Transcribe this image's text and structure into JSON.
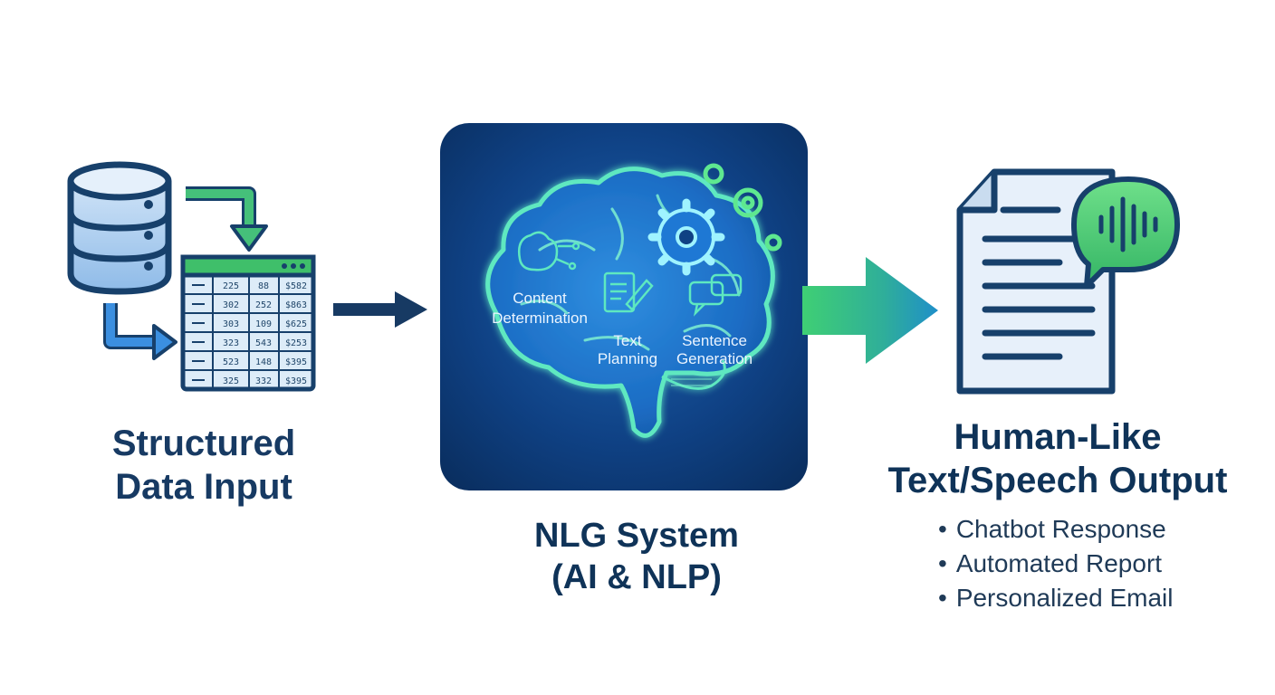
{
  "input": {
    "title_line1": "Structured",
    "title_line2": "Data Input",
    "table_rows": [
      [
        "225",
        "88",
        "$582"
      ],
      [
        "302",
        "252",
        "$863"
      ],
      [
        "303",
        "109",
        "$625"
      ],
      [
        "323",
        "543",
        "$253"
      ],
      [
        "523",
        "148",
        "$395"
      ],
      [
        "325",
        "332",
        "$395"
      ]
    ]
  },
  "nlg": {
    "title_line1": "NLG System",
    "title_line2": "(AI & NLP)",
    "stages": [
      {
        "line1": "Content",
        "line2": "Determination"
      },
      {
        "line1": "Text",
        "line2": "Planning"
      },
      {
        "line1": "Sentence",
        "line2": "Generation"
      }
    ]
  },
  "output": {
    "title_line1": "Human-Like",
    "title_line2": "Text/Speech Output",
    "items": [
      "Chatbot Response",
      "Automated Report",
      "Personalized Email"
    ]
  },
  "colors": {
    "navy": "#173a63",
    "green": "#3fbf6a",
    "blue": "#3a86d6",
    "panel": "#0d3a6e"
  }
}
